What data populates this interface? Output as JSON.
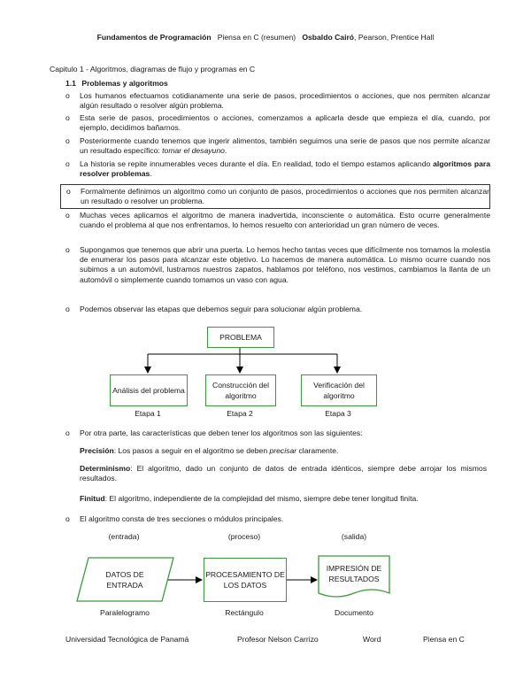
{
  "header": {
    "course": "Fundamentos de Programación",
    "book": "Piensa en C (resumen)",
    "author": "Osbaldo Cairó",
    "publisher": ", Pearson, Prentice Hall"
  },
  "chapter": "Capitulo 1 - Algoritmos, diagramas de flujo y programas en C",
  "section": {
    "number": "1.1",
    "title": "Problemas y algoritmos"
  },
  "bullets": {
    "b1": "Los humanos efectuamos cotidianamente una serie de pasos, procedimientos o acciones, que nos permiten alcanzar algún resultado o resolver algún problema.",
    "b2": "Esta serie de pasos, procedimientos o acciones, comenzamos a aplicarla desde que empieza el día, cuando, por ejemplo, decidimos bañarnos.",
    "b3": "Posteriormente cuando tenemos que ingerir alimentos, también seguimos una serie de pasos que nos permite alcanzar un resultado específico:",
    "b3_em": "tomar el desayuno",
    "b4": "La historia se repite innumerables veces durante el día.  En realidad, todo el tiempo estamos aplicando",
    "b4_bold": "algoritmos para resolver problemas",
    "b5": "Formalmente definimos un algoritmo como un conjunto de pasos, procedimientos o acciones que nos permiten alcanzar un resultado o resolver un problema.",
    "b6": "Muchas veces aplicamos el algoritmo de manera inadvertida, inconsciente o automática.  Esto ocurre generalmente cuando el problema al que nos enfrentamos, lo hemos resuelto con anterioridad un gran número de veces.",
    "b7": "Supongamos que tenemos que abrir una puerta.  Lo hemos hecho tantas veces que difícilmente nos tomamos la molestia de enumerar los pasos para alcanzar este objetivo.  Lo hacemos de manera automática.  Lo mismo ocurre cuando nos subimos a un automóvil, lustramos nuestros zapatos, hablamos por teléfono, nos vestimos, cambiamos la llanta de un automóvil o simplemente cuando tomamos un vaso con agua.",
    "b8": "Podemos observar las etapas que debemos seguir para solucionar algún problema.",
    "b9": "Por otra parte, las características que deben tener los algoritmos son las siguientes:",
    "b10": "El algoritmo consta de tres secciones o módulos principales."
  },
  "diagram1": {
    "top": "PROBLEMA",
    "boxes": [
      "Análisis del problema",
      "Construcción del algoritmo",
      "Verificación del algoritmo"
    ],
    "stages": [
      "Etapa 1",
      "Etapa 2",
      "Etapa 3"
    ]
  },
  "characteristics": {
    "precision_label": "Precisión",
    "precision_text": ":  Los pasos a seguir en el algoritmo se deben",
    "precision_em": "precisar",
    "precision_end": "claramente.",
    "determinism_label": "Determinismo",
    "determinism_text": ":  El algoritmo, dado un conjunto de datos de entrada idénticos, siempre debe arrojar los mismos resultados.",
    "finitude_label": "Finitud",
    "finitude_text": ":  El algoritmo, independiente de la complejidad del mismo, siempre debe tener longitud finita."
  },
  "diagram2": {
    "labels": [
      "(entrada)",
      "(proceso)",
      "(salida)"
    ],
    "boxes": [
      "DATOS DE ENTRADA",
      "PROCESAMIENTO DE LOS DATOS",
      "IMPRESIÓN DE RESULTADOS"
    ],
    "shapes": [
      "Paralelogramo",
      "Rectángulo",
      "Documento"
    ]
  },
  "footer": {
    "university": "Universidad Tecnológica de Panamá",
    "professor": "Profesor Nelson Carrizo",
    "app": "Word",
    "book": "Piensa en C"
  },
  "colors": {
    "box_border": "#3a9a3a",
    "arrow": "#000000"
  }
}
